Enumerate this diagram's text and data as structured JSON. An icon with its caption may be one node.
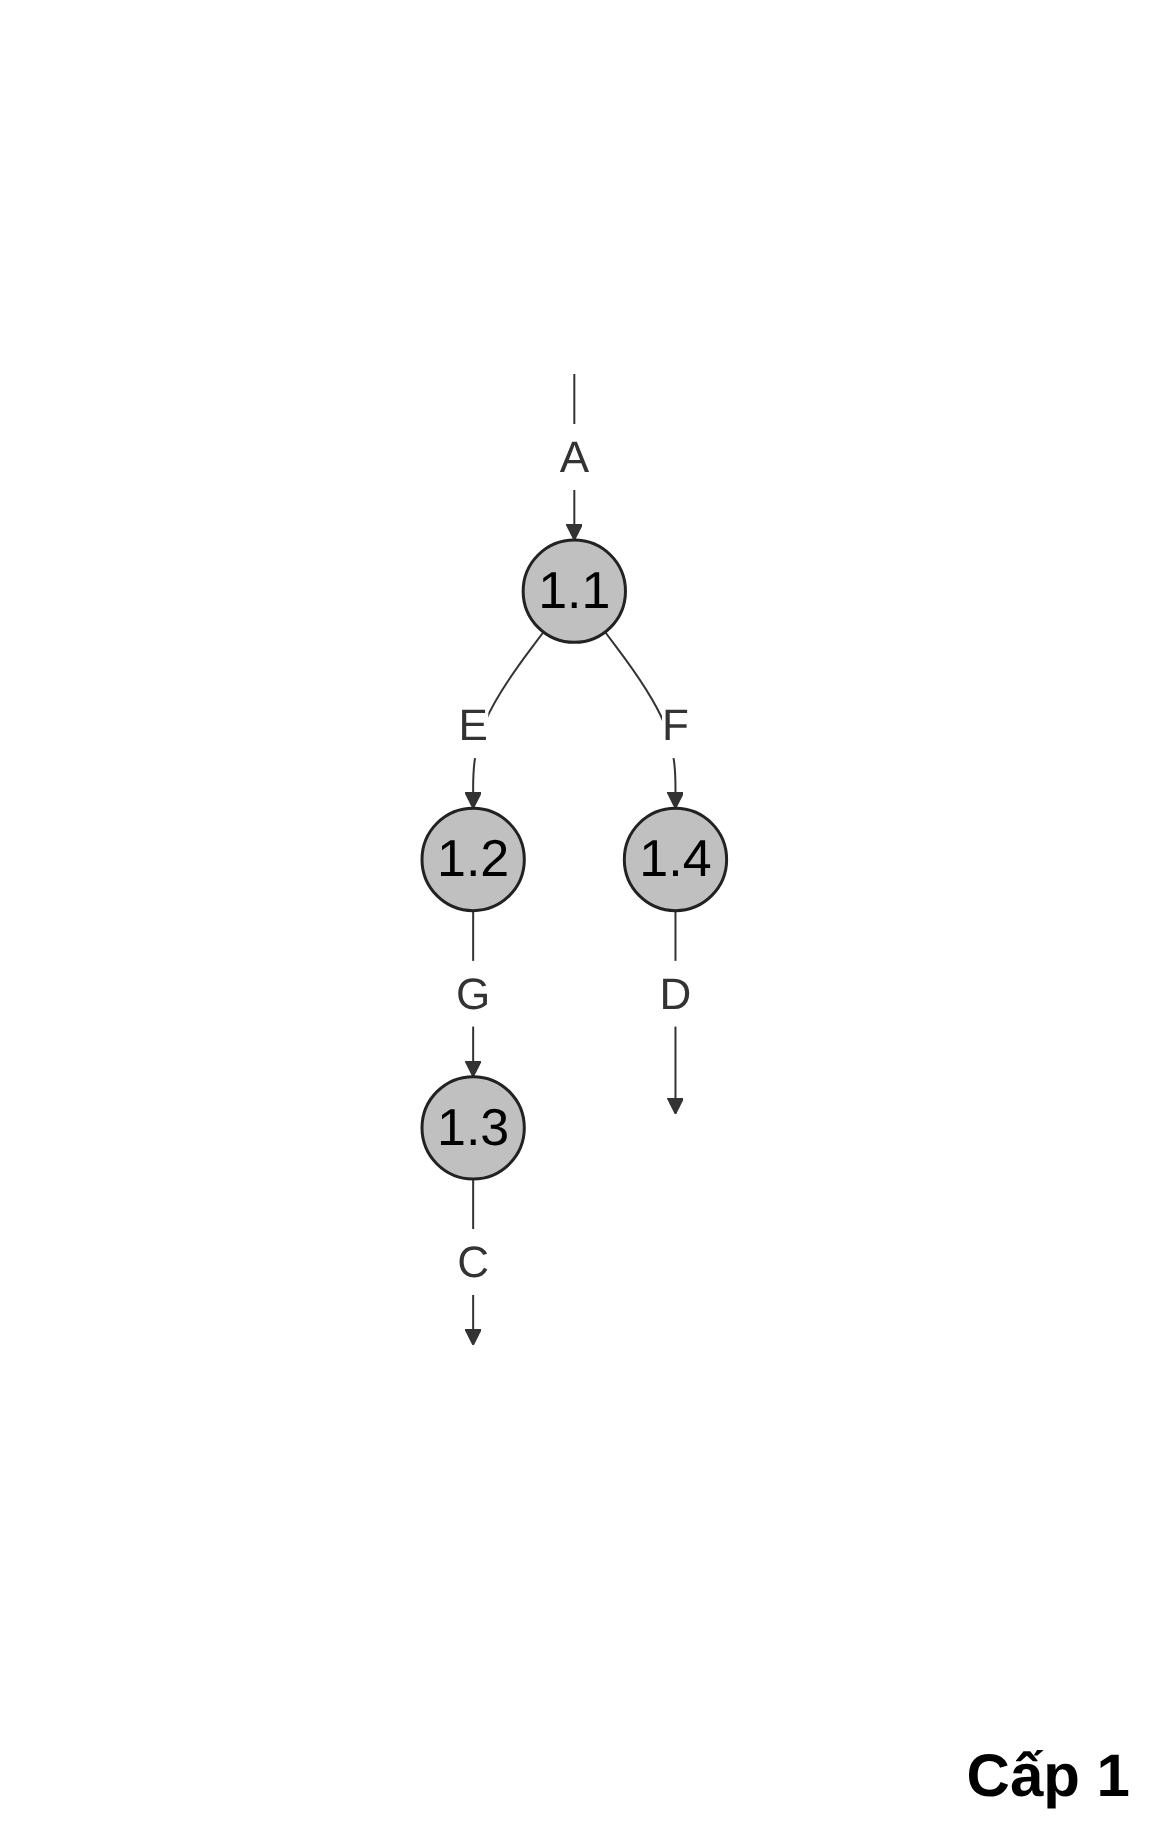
{
  "diagram": {
    "nodes": [
      {
        "text": [
          "1.1"
        ]
      },
      {
        "text": [
          "1.2"
        ]
      },
      {
        "text": [
          "1.3"
        ]
      },
      {
        "text": [
          "1.4"
        ]
      }
    ],
    "edges": [
      {
        "from": null,
        "to": 0,
        "arrow": "to",
        "label": "A"
      },
      {
        "from": 0,
        "to": 1,
        "arrow": "to",
        "label": "E"
      },
      {
        "from": 1,
        "to": 2,
        "arrow": "to",
        "label": "G"
      },
      {
        "from": 0,
        "to": 3,
        "arrow": "to",
        "label": "F"
      },
      {
        "from": 2,
        "to": null,
        "arrow": "to",
        "label": "C"
      },
      {
        "from": 3,
        "to": null,
        "arrow": "to",
        "label": "D"
      }
    ],
    "labels": [
      "Cấp 1"
    ]
  }
}
